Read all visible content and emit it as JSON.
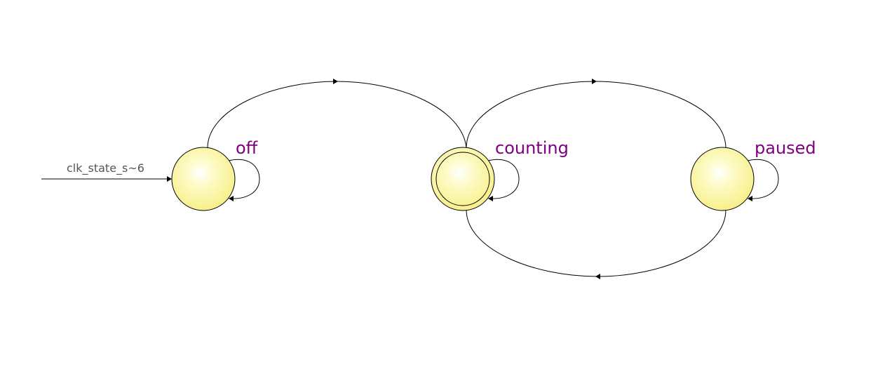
{
  "input": {
    "label": "clk_state_s~6"
  },
  "states": [
    {
      "id": "off",
      "label": "off",
      "initial": true,
      "double_ring": false
    },
    {
      "id": "counting",
      "label": "counting",
      "initial": false,
      "double_ring": true
    },
    {
      "id": "paused",
      "label": "paused",
      "initial": false,
      "double_ring": false
    }
  ],
  "transitions": [
    {
      "from": "off",
      "to": "off"
    },
    {
      "from": "off",
      "to": "counting"
    },
    {
      "from": "counting",
      "to": "counting"
    },
    {
      "from": "counting",
      "to": "paused"
    },
    {
      "from": "paused",
      "to": "paused"
    },
    {
      "from": "paused",
      "to": "counting"
    }
  ],
  "colors": {
    "state_fill": "#fbf7a3",
    "state_stroke": "#000000",
    "state_label": "#800080",
    "input_label": "#555555",
    "edge": "#000000"
  }
}
